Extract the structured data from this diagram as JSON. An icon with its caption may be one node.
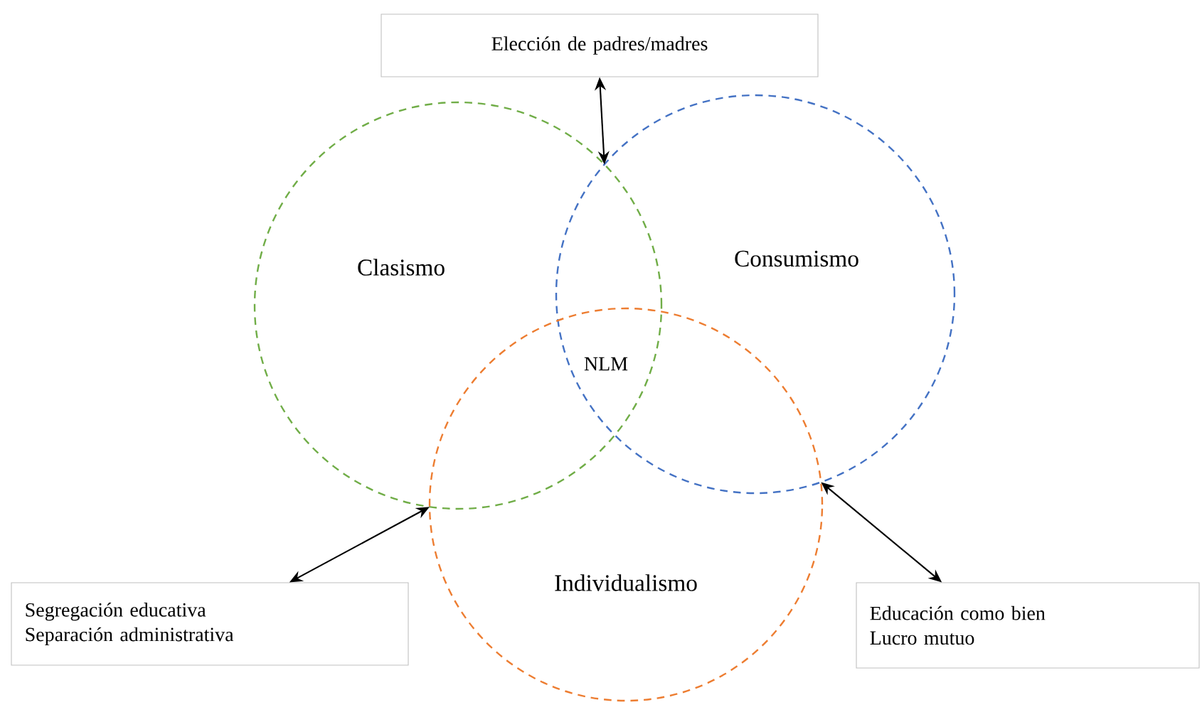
{
  "diagram": {
    "nodes": [
      {
        "text": [
          "Elección de padres/madres"
        ]
      },
      {
        "text": [
          "Clasismo"
        ]
      },
      {
        "text": [
          "Consumismo"
        ]
      },
      {
        "text": [
          "Individualismo"
        ]
      },
      {
        "text": [
          "Segregación educativa",
          "Separación administrativa"
        ]
      },
      {
        "text": [
          "Educación como bien",
          "Lucro mutuo"
        ]
      }
    ],
    "edges": [
      {
        "from": 0,
        "to": 2,
        "arrow": "both"
      },
      {
        "from": 4,
        "to": 3,
        "arrow": "both"
      },
      {
        "from": 5,
        "to": 3,
        "arrow": "both"
      }
    ],
    "labels": [
      "NLM"
    ]
  }
}
